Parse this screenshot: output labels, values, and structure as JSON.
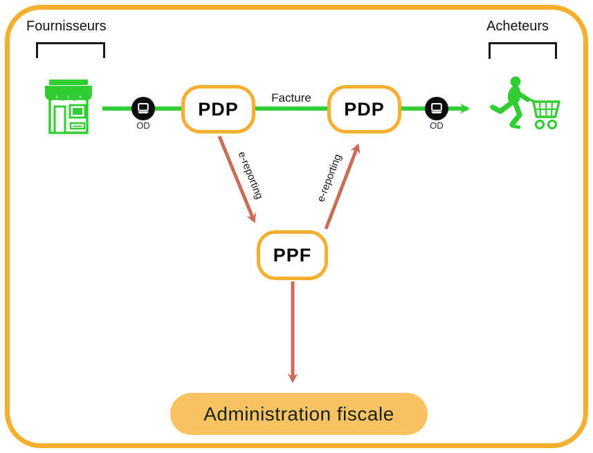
{
  "frame": {
    "border_color": "#F5AE2D"
  },
  "groups": {
    "suppliers": {
      "label": "Fournisseurs"
    },
    "buyers": {
      "label": "Acheteurs"
    }
  },
  "nodes": {
    "pdp_left": {
      "label": "PDP"
    },
    "pdp_right": {
      "label": "PDP"
    },
    "ppf": {
      "label": "PPF"
    },
    "admin": {
      "label": "Administration fiscale",
      "fill": "#F8C360"
    }
  },
  "edges": {
    "facture": {
      "label": "Facture",
      "color": "#32CD32"
    },
    "od_left": {
      "label": "OD"
    },
    "od_right": {
      "label": "OD"
    },
    "ereporting_left": {
      "label": "e-reporting",
      "color": "#C96C58"
    },
    "ereporting_right": {
      "label": "e-reporting",
      "color": "#C96C58"
    },
    "ppf_to_admin": {
      "color": "#C96C58"
    }
  },
  "icons": {
    "supplier": "storefront-icon",
    "buyer": "shopper-cart-icon",
    "od": "monitor-icon"
  },
  "colors": {
    "green": "#32CD32",
    "red": "#C96C58",
    "orange_border": "#F5AE2D",
    "pill_fill": "#F8C360",
    "text_dark": "#121212"
  }
}
